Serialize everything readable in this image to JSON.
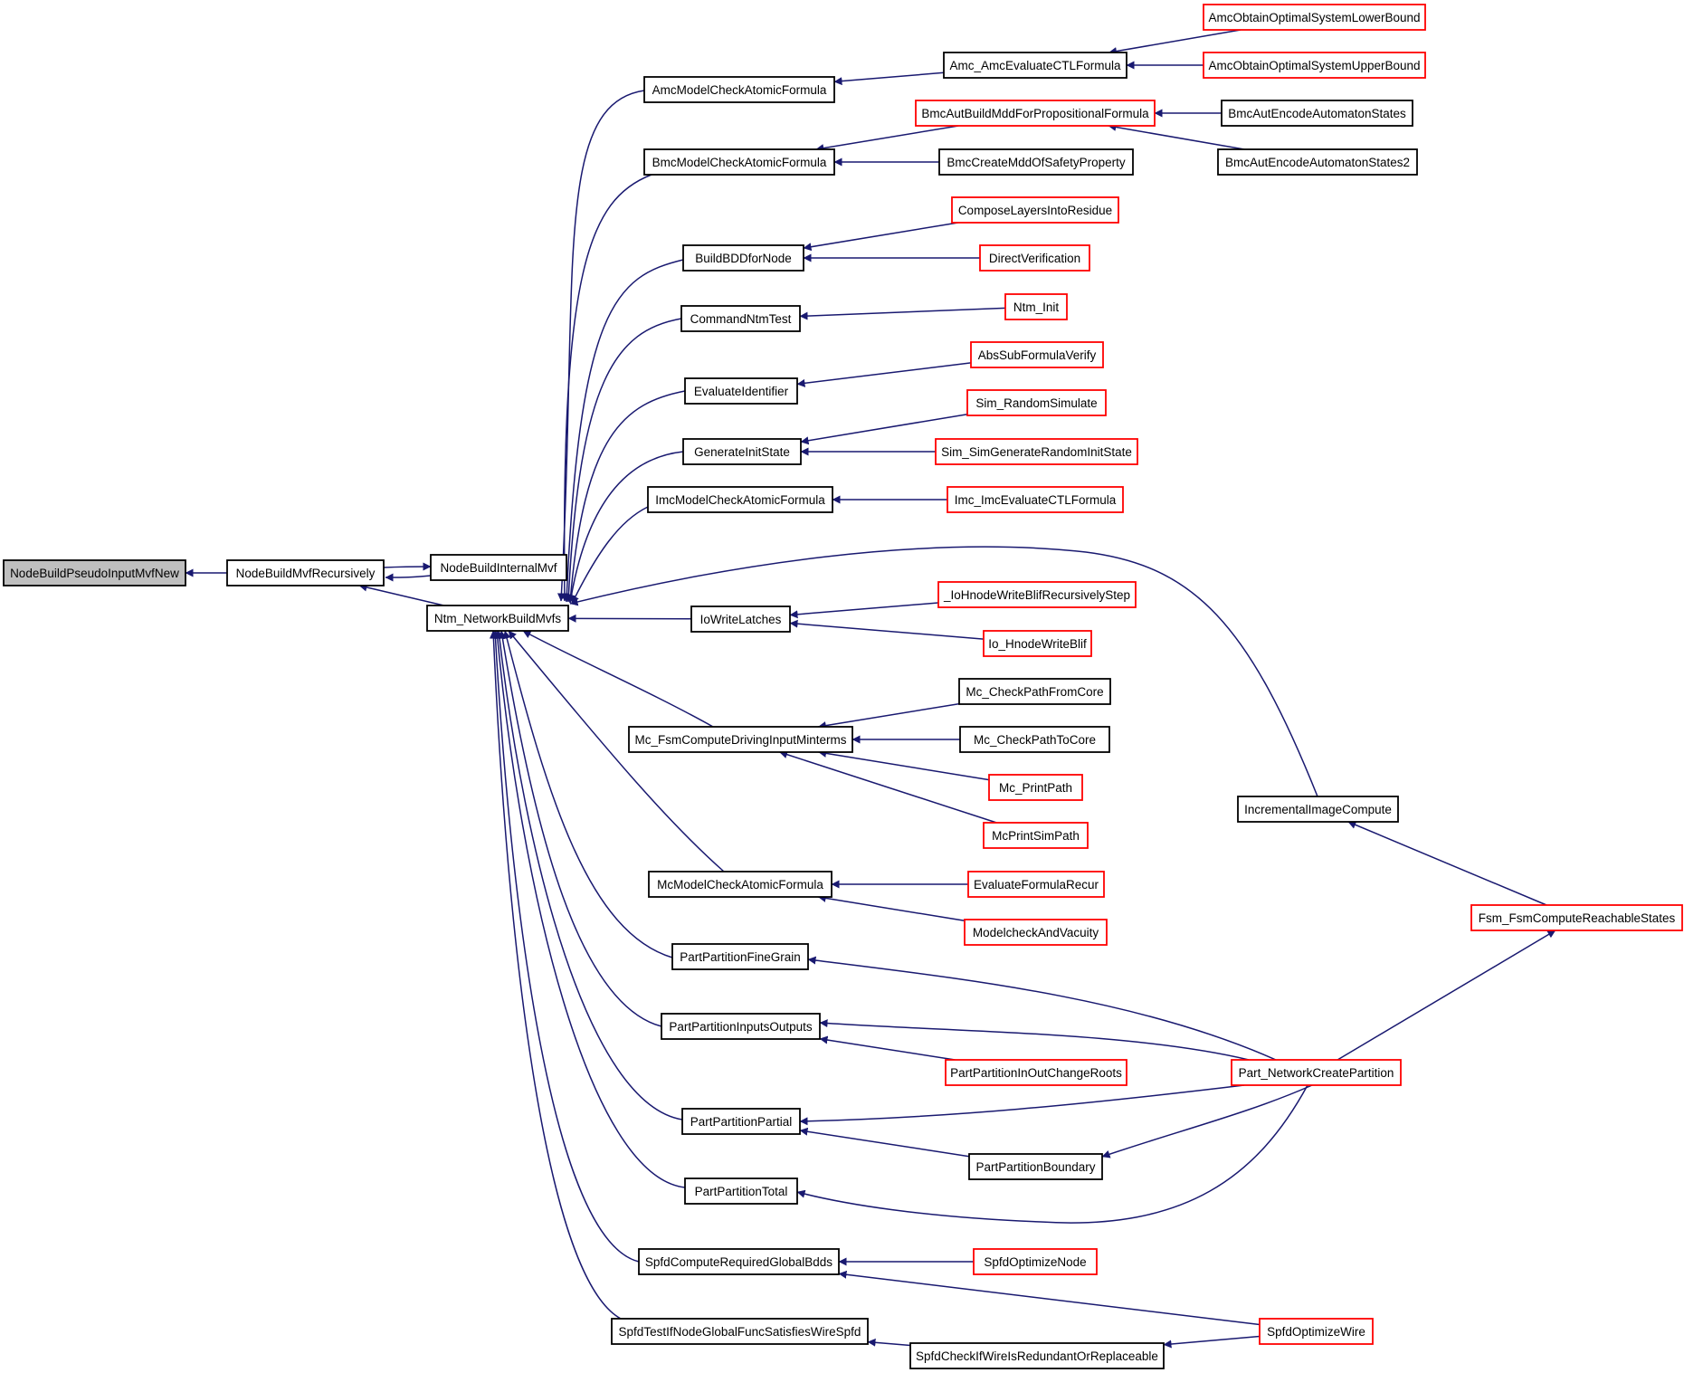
{
  "graph": {
    "edge_color": "#191970",
    "nodes": [
      {
        "id": "root",
        "label": "NodeBuildPseudoInputMvfNew",
        "style": "root"
      },
      {
        "id": "nbmr",
        "label": "NodeBuildMvfRecursively",
        "style": "black"
      },
      {
        "id": "nbim",
        "label": "NodeBuildInternalMvf",
        "style": "black"
      },
      {
        "id": "ntm",
        "label": "Ntm_NetworkBuildMvfs",
        "style": "black"
      },
      {
        "id": "amcmc",
        "label": "AmcModelCheckAtomicFormula",
        "style": "black"
      },
      {
        "id": "amcev",
        "label": "Amc_AmcEvaluateCTLFormula",
        "style": "black"
      },
      {
        "id": "amclo",
        "label": "AmcObtainOptimalSystemLowerBound",
        "style": "red"
      },
      {
        "id": "amcup",
        "label": "AmcObtainOptimalSystemUpperBound",
        "style": "red"
      },
      {
        "id": "bmcmc",
        "label": "BmcModelCheckAtomicFormula",
        "style": "black"
      },
      {
        "id": "bmcab",
        "label": "BmcAutBuildMddForPropositionalFormula",
        "style": "red"
      },
      {
        "id": "bmcenc",
        "label": "BmcAutEncodeAutomatonStates",
        "style": "black"
      },
      {
        "id": "bmcenc2",
        "label": "BmcAutEncodeAutomatonStates2",
        "style": "black"
      },
      {
        "id": "bmccr",
        "label": "BmcCreateMddOfSafetyProperty",
        "style": "black"
      },
      {
        "id": "bbdd",
        "label": "BuildBDDforNode",
        "style": "black"
      },
      {
        "id": "clir",
        "label": "ComposeLayersIntoResidue",
        "style": "red"
      },
      {
        "id": "dver",
        "label": "DirectVerification",
        "style": "red"
      },
      {
        "id": "cnt",
        "label": "CommandNtmTest",
        "style": "black"
      },
      {
        "id": "ntminit",
        "label": "Ntm_Init",
        "style": "red"
      },
      {
        "id": "evid",
        "label": "EvaluateIdentifier",
        "style": "black"
      },
      {
        "id": "absv",
        "label": "AbsSubFormulaVerify",
        "style": "red"
      },
      {
        "id": "gis",
        "label": "GenerateInitState",
        "style": "black"
      },
      {
        "id": "simrs",
        "label": "Sim_RandomSimulate",
        "style": "red"
      },
      {
        "id": "simgr",
        "label": "Sim_SimGenerateRandomInitState",
        "style": "red"
      },
      {
        "id": "imcmc",
        "label": "ImcModelCheckAtomicFormula",
        "style": "black"
      },
      {
        "id": "imcev",
        "label": "Imc_ImcEvaluateCTLFormula",
        "style": "red"
      },
      {
        "id": "iic",
        "label": "IncrementalImageCompute",
        "style": "black"
      },
      {
        "id": "iowl",
        "label": "IoWriteLatches",
        "style": "black"
      },
      {
        "id": "iohws",
        "label": "_IoHnodeWriteBlifRecursivelyStep",
        "style": "red"
      },
      {
        "id": "iohwb",
        "label": "Io_HnodeWriteBlif",
        "style": "red"
      },
      {
        "id": "mcfsm",
        "label": "Mc_FsmComputeDrivingInputMinterms",
        "style": "black"
      },
      {
        "id": "mccpf",
        "label": "Mc_CheckPathFromCore",
        "style": "black"
      },
      {
        "id": "mccpt",
        "label": "Mc_CheckPathToCore",
        "style": "black"
      },
      {
        "id": "mcpp",
        "label": "Mc_PrintPath",
        "style": "red"
      },
      {
        "id": "mcpsp",
        "label": "McPrintSimPath",
        "style": "red"
      },
      {
        "id": "mcmc",
        "label": "McModelCheckAtomicFormula",
        "style": "black"
      },
      {
        "id": "efr",
        "label": "EvaluateFormulaRecur",
        "style": "red"
      },
      {
        "id": "mcav",
        "label": "ModelcheckAndVacuity",
        "style": "red"
      },
      {
        "id": "fsmcr",
        "label": "Fsm_FsmComputeReachableStates",
        "style": "red"
      },
      {
        "id": "ppfg",
        "label": "PartPartitionFineGrain",
        "style": "black"
      },
      {
        "id": "ppio",
        "label": "PartPartitionInputsOutputs",
        "style": "black"
      },
      {
        "id": "ppiocr",
        "label": "PartPartitionInOutChangeRoots",
        "style": "red"
      },
      {
        "id": "pncp",
        "label": "Part_NetworkCreatePartition",
        "style": "red"
      },
      {
        "id": "ppp",
        "label": "PartPartitionPartial",
        "style": "black"
      },
      {
        "id": "ppb",
        "label": "PartPartitionBoundary",
        "style": "black"
      },
      {
        "id": "ppt",
        "label": "PartPartitionTotal",
        "style": "black"
      },
      {
        "id": "scrgb",
        "label": "SpfdComputeRequiredGlobalBdds",
        "style": "black"
      },
      {
        "id": "son",
        "label": "SpfdOptimizeNode",
        "style": "red"
      },
      {
        "id": "sow",
        "label": "SpfdOptimizeWire",
        "style": "red"
      },
      {
        "id": "stin",
        "label": "SpfdTestIfNodeGlobalFuncSatisfiesWireSpfd",
        "style": "black"
      },
      {
        "id": "scwr",
        "label": "SpfdCheckIfWireIsRedundantOrReplaceable",
        "style": "black"
      }
    ],
    "edges": [
      {
        "from": "nbmr",
        "to": "root"
      },
      {
        "from": "nbim",
        "to": "nbmr"
      },
      {
        "from": "nbmr",
        "to": "nbim"
      },
      {
        "from": "ntm",
        "to": "nbmr"
      },
      {
        "from": "amcmc",
        "to": "ntm"
      },
      {
        "from": "bmcmc",
        "to": "ntm"
      },
      {
        "from": "bbdd",
        "to": "ntm"
      },
      {
        "from": "cnt",
        "to": "ntm"
      },
      {
        "from": "evid",
        "to": "ntm"
      },
      {
        "from": "gis",
        "to": "ntm"
      },
      {
        "from": "imcmc",
        "to": "ntm"
      },
      {
        "from": "iic",
        "to": "ntm"
      },
      {
        "from": "iowl",
        "to": "ntm"
      },
      {
        "from": "mcfsm",
        "to": "ntm"
      },
      {
        "from": "mcmc",
        "to": "ntm"
      },
      {
        "from": "ppfg",
        "to": "ntm"
      },
      {
        "from": "ppio",
        "to": "ntm"
      },
      {
        "from": "ppp",
        "to": "ntm"
      },
      {
        "from": "ppt",
        "to": "ntm"
      },
      {
        "from": "scrgb",
        "to": "ntm"
      },
      {
        "from": "stin",
        "to": "ntm"
      },
      {
        "from": "amcev",
        "to": "amcmc"
      },
      {
        "from": "amclo",
        "to": "amcev"
      },
      {
        "from": "amcup",
        "to": "amcev"
      },
      {
        "from": "bmcab",
        "to": "bmcmc"
      },
      {
        "from": "bmccr",
        "to": "bmcmc"
      },
      {
        "from": "bmcenc",
        "to": "bmcab"
      },
      {
        "from": "bmcenc2",
        "to": "bmcab"
      },
      {
        "from": "clir",
        "to": "bbdd"
      },
      {
        "from": "dver",
        "to": "bbdd"
      },
      {
        "from": "ntminit",
        "to": "cnt"
      },
      {
        "from": "absv",
        "to": "evid"
      },
      {
        "from": "simrs",
        "to": "gis"
      },
      {
        "from": "simgr",
        "to": "gis"
      },
      {
        "from": "imcev",
        "to": "imcmc"
      },
      {
        "from": "iohws",
        "to": "iowl"
      },
      {
        "from": "iohwb",
        "to": "iowl"
      },
      {
        "from": "mccpf",
        "to": "mcfsm"
      },
      {
        "from": "mccpt",
        "to": "mcfsm"
      },
      {
        "from": "mcpp",
        "to": "mcfsm"
      },
      {
        "from": "mcpsp",
        "to": "mcfsm"
      },
      {
        "from": "efr",
        "to": "mcmc"
      },
      {
        "from": "mcav",
        "to": "mcmc"
      },
      {
        "from": "fsmcr",
        "to": "iic"
      },
      {
        "from": "pncp",
        "to": "fsmcr"
      },
      {
        "from": "pncp",
        "to": "ppfg"
      },
      {
        "from": "pncp",
        "to": "ppio"
      },
      {
        "from": "ppiocr",
        "to": "ppio"
      },
      {
        "from": "pncp",
        "to": "ppp"
      },
      {
        "from": "ppb",
        "to": "ppp"
      },
      {
        "from": "pncp",
        "to": "ppb"
      },
      {
        "from": "pncp",
        "to": "ppt"
      },
      {
        "from": "son",
        "to": "scrgb"
      },
      {
        "from": "sow",
        "to": "scrgb"
      },
      {
        "from": "scwr",
        "to": "stin"
      },
      {
        "from": "sow",
        "to": "scwr"
      }
    ]
  }
}
